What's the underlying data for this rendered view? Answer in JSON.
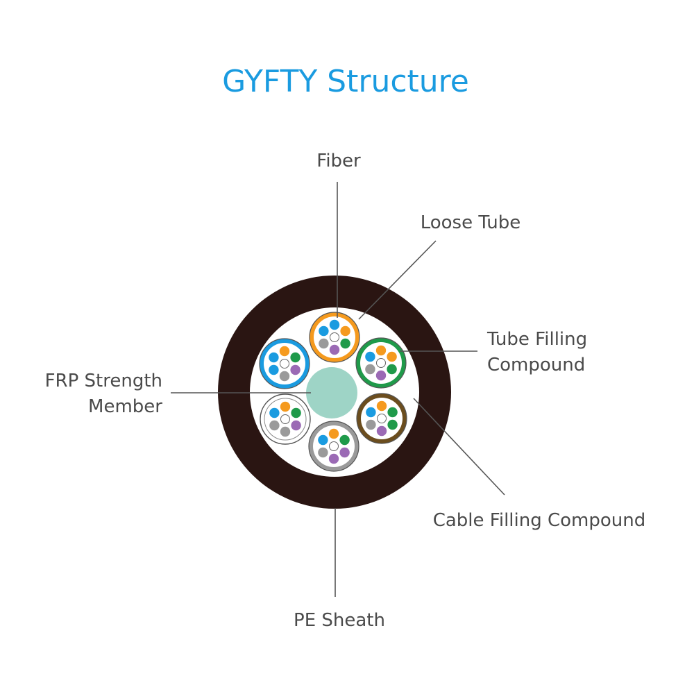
{
  "title": "GYFTY Structure",
  "labels": {
    "fiber": "Fiber",
    "loose_tube": "Loose Tube",
    "tube_filling_line1": "Tube Filling",
    "tube_filling_line2": "Compound",
    "frp_line1": "FRP Strength",
    "frp_line2": "Member",
    "cable_filling": "Cable Filling Compound",
    "pe_sheath": "PE  Sheath"
  },
  "colors": {
    "title": "#1a9be0",
    "label": "#4a4a4a",
    "sheath": "#2a1512",
    "frp": "#9ed4c6",
    "fiber_palette": [
      "#1a9be0",
      "#f59a1e",
      "#1f9a4a",
      "#9b6ab5",
      "#9a9a9a"
    ],
    "tube_colors": [
      "#f59a1e",
      "#1f9a4a",
      "#6b4d1e",
      "#9a9a9a",
      "#ffffff",
      "#1a9be0"
    ]
  }
}
